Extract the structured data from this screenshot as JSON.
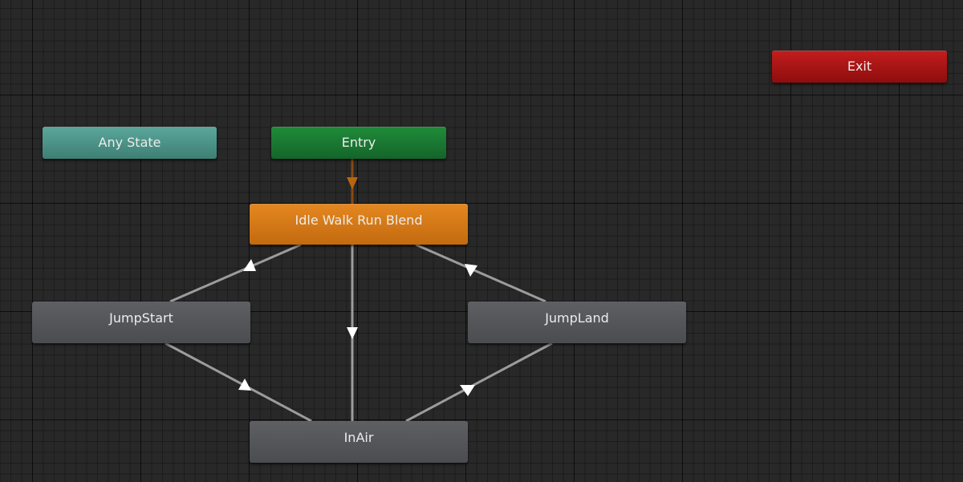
{
  "graph": {
    "nodes": {
      "exit": {
        "label": "Exit",
        "color": "#a31313"
      },
      "any_state": {
        "label": "Any State",
        "color": "#4d9389"
      },
      "entry": {
        "label": "Entry",
        "color": "#197a32"
      },
      "idle_walk_run_blend": {
        "label": "Idle Walk Run Blend",
        "color": "#d57818",
        "default_state": true
      },
      "jump_start": {
        "label": "JumpStart",
        "color": "#535559"
      },
      "jump_land": {
        "label": "JumpLand",
        "color": "#535559"
      },
      "in_air": {
        "label": "InAir",
        "color": "#535559"
      }
    },
    "transitions": [
      {
        "from": "Entry",
        "to": "Idle Walk Run Blend",
        "color": "#b05f12"
      },
      {
        "from": "Idle Walk Run Blend",
        "to": "InAir",
        "color": "#a0a0a0"
      },
      {
        "from": "JumpStart",
        "to": "Idle Walk Run Blend",
        "color": "#a0a0a0"
      },
      {
        "from": "Idle Walk Run Blend",
        "to": "JumpLand",
        "color": "#a0a0a0"
      },
      {
        "from": "InAir",
        "to": "JumpStart",
        "color": "#a0a0a0"
      },
      {
        "from": "JumpLand",
        "to": "InAir",
        "color": "#a0a0a0"
      }
    ]
  }
}
